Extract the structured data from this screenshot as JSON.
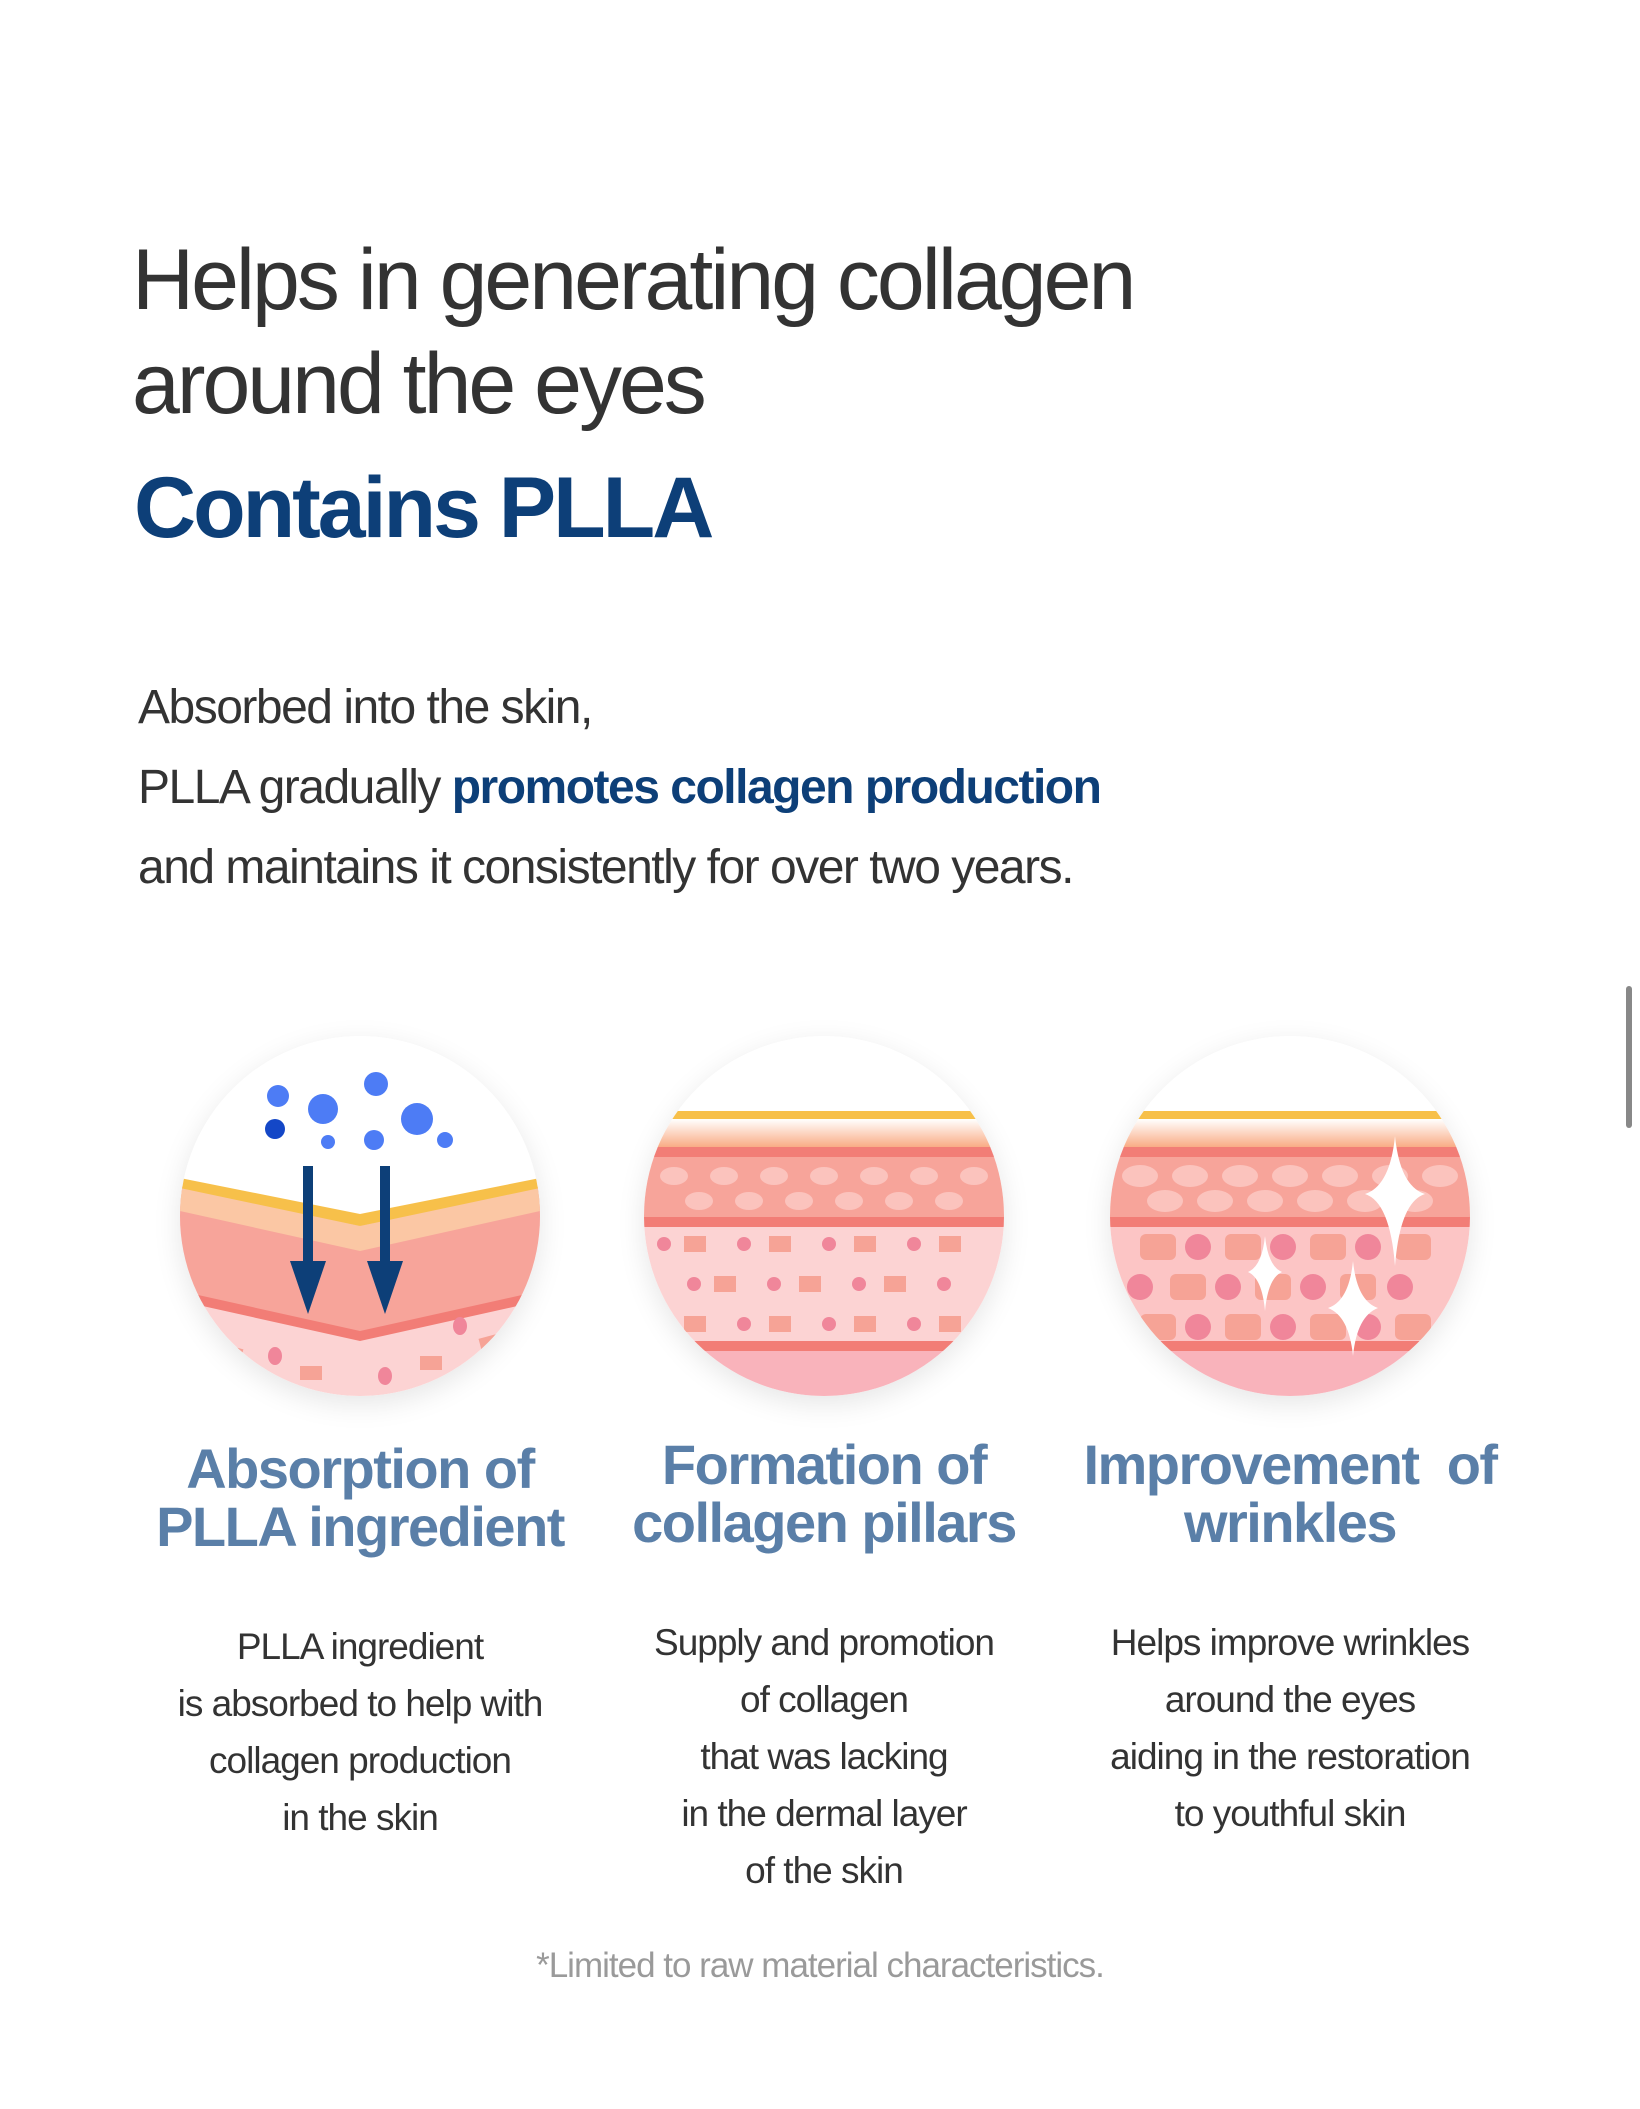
{
  "header": {
    "title_lines": [
      "Helps in generating collagen",
      "around the eyes"
    ],
    "subtitle": "Contains PLLA"
  },
  "intro": {
    "line1": "Absorbed into the skin,",
    "line2_prefix": "PLLA gradually ",
    "line2_highlight": "promotes collagen production",
    "line3": "and maintains it consistently for over two years."
  },
  "steps": [
    {
      "icon": "absorption-illustration",
      "title_lines": [
        "Absorption of",
        "PLLA ingredient"
      ],
      "desc_lines": [
        "PLLA ingredient",
        "is absorbed to help with",
        "collagen production",
        "in the skin"
      ]
    },
    {
      "icon": "collagen-pillars-illustration",
      "title_lines": [
        "Formation of",
        "collagen pillars"
      ],
      "desc_lines": [
        "Supply and promotion",
        "of collagen",
        "that was lacking",
        "in the dermal layer",
        "of the skin"
      ]
    },
    {
      "icon": "wrinkle-improvement-illustration",
      "title_lines": [
        "Improvement  of",
        "wrinkles"
      ],
      "desc_lines": [
        "Helps improve wrinkles",
        "around the eyes",
        "aiding in the restoration",
        "to youthful skin"
      ]
    }
  ],
  "footnote": "*Limited to raw material characteristics.",
  "colors": {
    "accent": "#0d3f78",
    "step_title": "#5a7fa8",
    "skin": "#f7a49a",
    "dermis": "#fcd3d3",
    "stratum": "#f7c04a"
  }
}
